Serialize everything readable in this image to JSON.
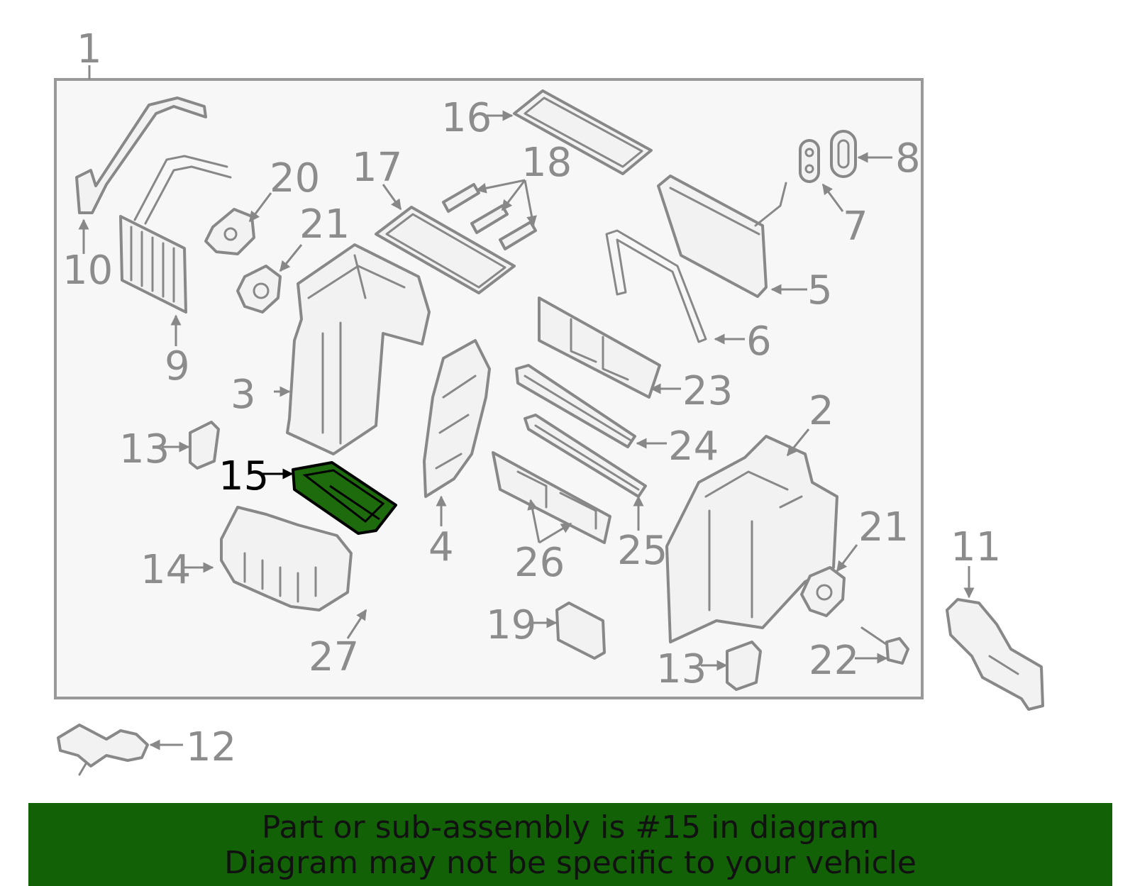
{
  "colors": {
    "frame_stroke": "#999999",
    "frame_fill": "#f7f7f7",
    "part_stroke": "#888888",
    "label": "#8c8c8c",
    "highlight": "#1d6b0c",
    "highlight_label": "#000000",
    "banner_bg": "#136107",
    "banner_text": "#111111"
  },
  "callouts": {
    "c1": "1",
    "c2": "2",
    "c3": "3",
    "c4": "4",
    "c5": "5",
    "c6": "6",
    "c7": "7",
    "c8": "8",
    "c9": "9",
    "c10": "10",
    "c11": "11",
    "c12": "12",
    "c13a": "13",
    "c13b": "13",
    "c14": "14",
    "c15": "15",
    "c16": "16",
    "c17": "17",
    "c18": "18",
    "c19": "19",
    "c20": "20",
    "c21a": "21",
    "c21b": "21",
    "c22": "22",
    "c23": "23",
    "c24": "24",
    "c25": "25",
    "c26": "26",
    "c27": "27"
  },
  "banner": {
    "line1": "Part or sub-assembly is #15 in diagram",
    "line2": "Diagram may not be specific to your vehicle"
  }
}
